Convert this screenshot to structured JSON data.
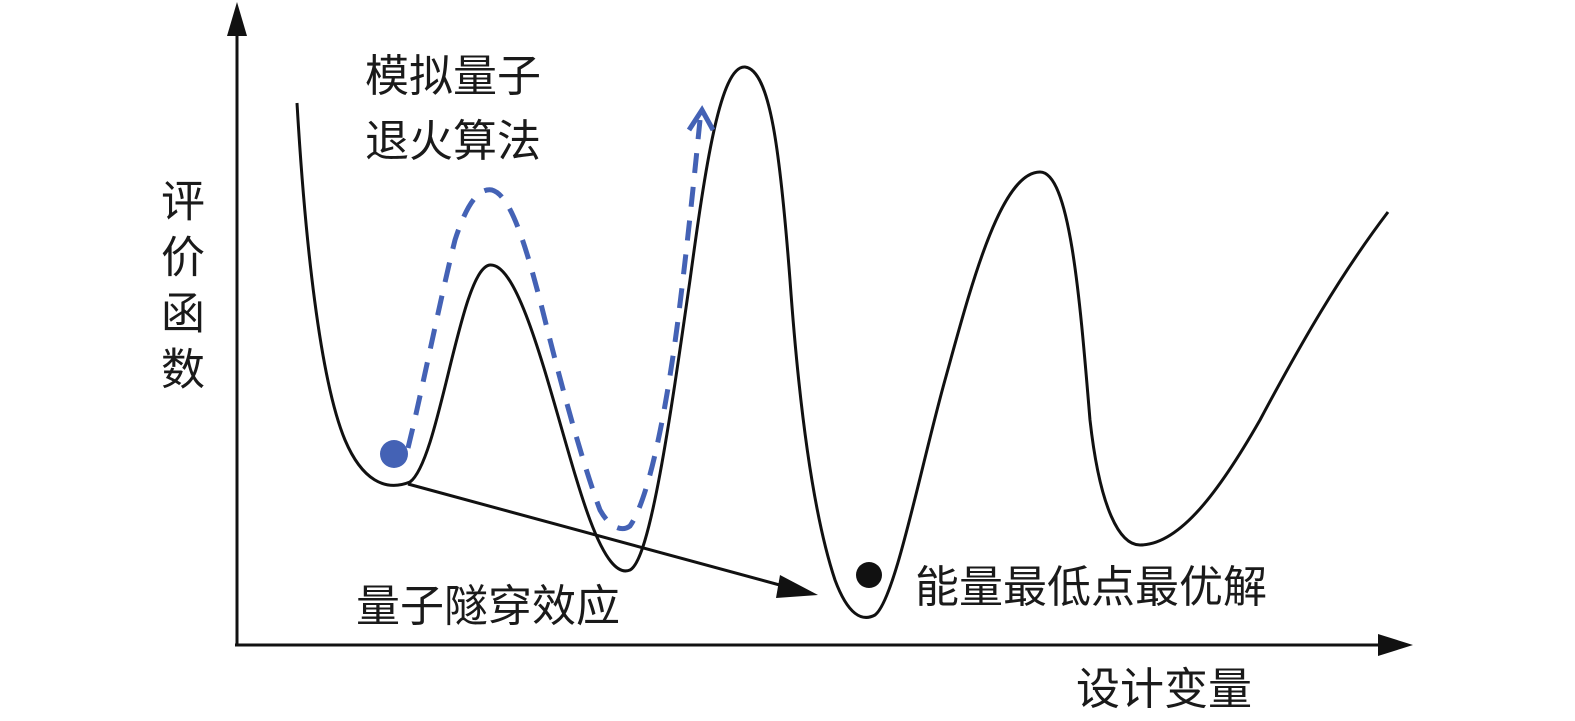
{
  "diagram": {
    "y_axis_label": "评价函数",
    "x_axis_label": "设计变量",
    "annotations": {
      "sqa_line1": "模拟量子",
      "sqa_line2": "退火算法",
      "tunneling": "量子隧穿效应",
      "global_min": "能量最低点最优解"
    },
    "colors": {
      "curve": "#111111",
      "axis": "#111111",
      "dashed_path": "#4462b5",
      "start_dot": "#4462b5",
      "optimum_dot": "#111111",
      "tunnel_arrow": "#111111"
    }
  }
}
